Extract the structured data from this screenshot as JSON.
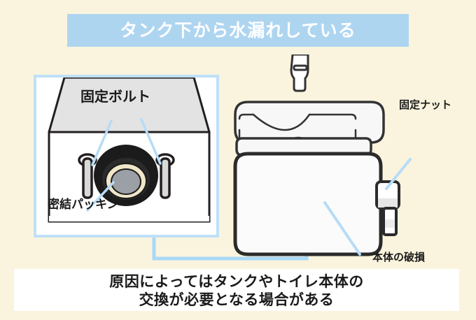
{
  "background_color": "#faf4de",
  "accent_blue": "#aed5f0",
  "panel_border_color": "#bfe0f7",
  "header": {
    "title": "タンク下から水漏れしている",
    "band_color": "#aed5f0",
    "text_color": "#ffffff"
  },
  "detail_panel": {
    "name": "tank-bottom-detail",
    "labels": {
      "bolt": "固定ボルト",
      "packing": "密結パッキン"
    }
  },
  "toilet_diagram": {
    "name": "toilet-tank-illustration",
    "labels": {
      "nut": "固定ナット",
      "damage": "本体の破損"
    }
  },
  "caption": {
    "line1": "原因によってはタンクやトイレ本体の",
    "line2": "交換が必要となる場合がある",
    "band_color": "#ffffff"
  }
}
